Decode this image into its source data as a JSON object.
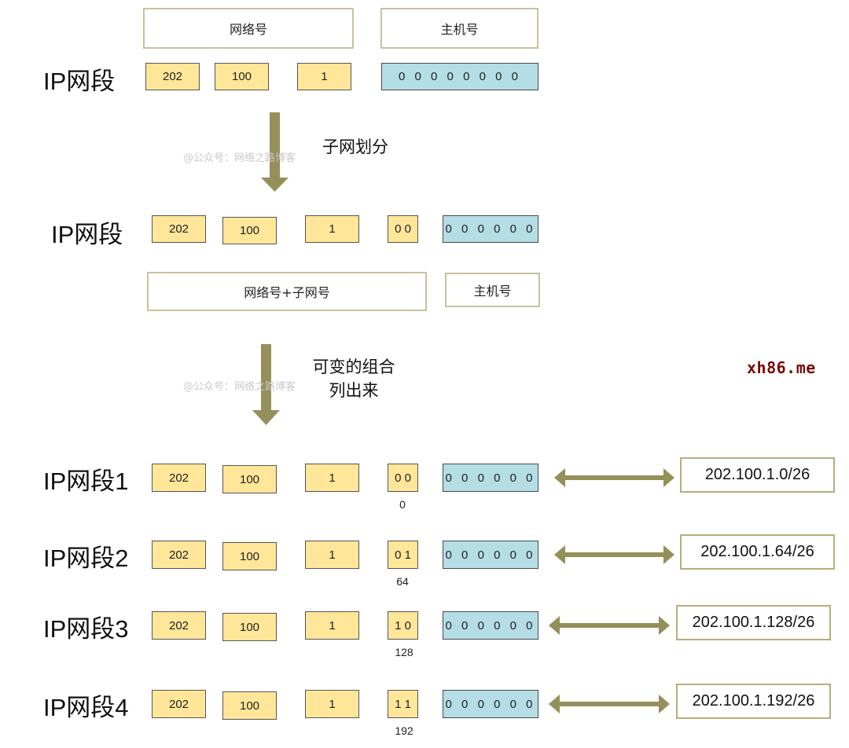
{
  "header_top": {
    "network_label": "网络号",
    "host_label": "主机号"
  },
  "original": {
    "label": "IP网段",
    "octets": [
      "202",
      "100",
      "1"
    ],
    "host_bits": "0 0 0 0 0 0 0 0"
  },
  "step1": {
    "text": "子网划分",
    "watermark": "@公众号：网络之路博客"
  },
  "subnetted": {
    "label": "IP网段",
    "octets": [
      "202",
      "100",
      "1"
    ],
    "subnet_bits": "0 0",
    "host_bits": "0 0 0 0 0 0",
    "network_subnet_label": "网络号+子网号",
    "host_label": "主机号"
  },
  "step2": {
    "line1": "可变的组合",
    "line2": "列出来",
    "watermark": "@公众号：网络之路博客"
  },
  "brand": "xh86.me",
  "segments": [
    {
      "label": "IP网段1",
      "octets": [
        "202",
        "100",
        "1"
      ],
      "subnet_bits": "0 0",
      "decimal": "0",
      "host_bits": "0 0 0 0 0 0",
      "result": "202.100.1.0/26"
    },
    {
      "label": "IP网段2",
      "octets": [
        "202",
        "100",
        "1"
      ],
      "subnet_bits": "0 1",
      "decimal": "64",
      "host_bits": "0 0 0 0 0 0",
      "result": "202.100.1.64/26"
    },
    {
      "label": "IP网段3",
      "octets": [
        "202",
        "100",
        "1"
      ],
      "subnet_bits": "1 0",
      "decimal": "128",
      "host_bits": "0 0 0 0 0 0",
      "result": "202.100.1.128/26"
    },
    {
      "label": "IP网段4",
      "octets": [
        "202",
        "100",
        "1"
      ],
      "subnet_bits": "1 1",
      "decimal": "192",
      "host_bits": "0 0 0 0 0 0",
      "result": "202.100.1.192/26"
    }
  ],
  "colors": {
    "network_cell": "#ffe699",
    "host_cell": "#b4dde6",
    "arrow": "#958f5a",
    "brand": "#7a0a0a"
  }
}
